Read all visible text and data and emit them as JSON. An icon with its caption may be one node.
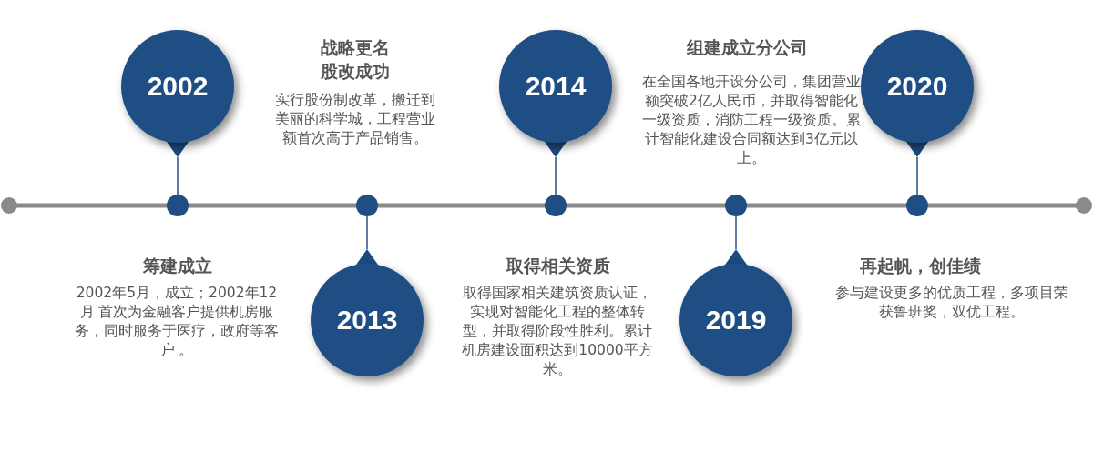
{
  "diagram": {
    "nodes": [
      {
        "text": [
          "2002"
        ]
      },
      {
        "text": [],
        "shape": "circle"
      },
      {
        "text": [
          "2013"
        ]
      },
      {
        "text": [],
        "shape": "circle"
      },
      {
        "text": [
          "2014"
        ]
      },
      {
        "text": [],
        "shape": "circle"
      },
      {
        "text": [
          "2019"
        ]
      },
      {
        "text": [],
        "shape": "circle"
      },
      {
        "text": [
          "2020"
        ]
      },
      {
        "text": [],
        "shape": "circle"
      }
    ],
    "edges": [
      {
        "from": 0,
        "to": 1,
        "arrow": "none"
      },
      {
        "from": 2,
        "to": 3,
        "arrow": "none"
      },
      {
        "from": 4,
        "to": 5,
        "arrow": "none"
      },
      {
        "from": 6,
        "to": 7,
        "arrow": "none"
      },
      {
        "from": 8,
        "to": 9,
        "arrow": "none"
      }
    ],
    "labels": [
      "战略更名股改成功",
      "实行股份制改革，搬迁到美丽的科学城，工程营业额首次高于产品销售。",
      "组建成立分公司",
      "在全国各地开设分公司，集团营业额突破2亿人民币，并取得智能化一级资质，消防工程一级资质。累计智能化建设合同额达到3亿元以上。",
      "筹建成立",
      "2002年5月，成立；2002年12月 首次为金融客户提供机房服务，同时服务于医疗，政府等客户 。",
      "取得相关资质",
      "取得国家相关建筑资质认证，实现对智能化工程的整体转型，并取得阶段性胜利。累计机房建设面积达到10000平方米。",
      "再起帆，创佳绩",
      "参与建设更多的优质工程，多项目荣获鲁班奖，双优工程。"
    ]
  }
}
